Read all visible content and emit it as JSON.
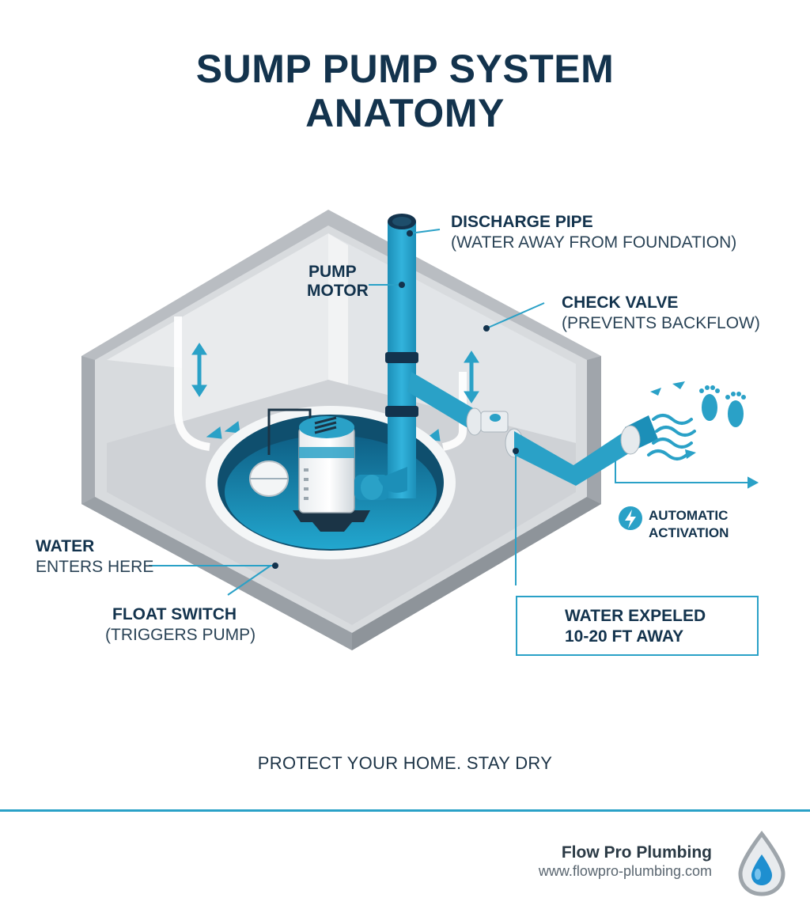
{
  "title_line1": "SUMP PUMP SYSTEM",
  "title_line2": "ANATOMY",
  "labels": {
    "discharge_pipe": {
      "title": "DISCHARGE PIPE",
      "sub": "(WATER AWAY FROM FOUNDATION)"
    },
    "pump_motor": {
      "line1": "PUMP",
      "line2": "MOTOR"
    },
    "check_valve": {
      "title": "CHECK VALVE",
      "sub": "(PREVENTS BACKFLOW)"
    },
    "water_enters": {
      "title": "WATER",
      "sub": "ENTERS HERE"
    },
    "float_switch": {
      "title": "FLOAT SWITCH",
      "sub": "(TRIGGERS PUMP)"
    },
    "automatic": {
      "line1": "AUTOMATIC",
      "line2": "ACTIVATION"
    },
    "expelled": {
      "line1": "WATER EXPELED",
      "line2": "10-20 FT AWAY"
    }
  },
  "tagline": "PROTECT YOUR HOME. STAY DRY",
  "brand": {
    "name": "Flow Pro Plumbing",
    "url": "www.flowpro-plumbing.com"
  },
  "colors": {
    "accent": "#2aa1c7",
    "navy": "#13334d",
    "water": "#1e9cc4",
    "concrete": "#c9ccd0"
  },
  "icons": [
    "lightning-icon",
    "footprints-icon",
    "water-drop-logo-icon"
  ]
}
